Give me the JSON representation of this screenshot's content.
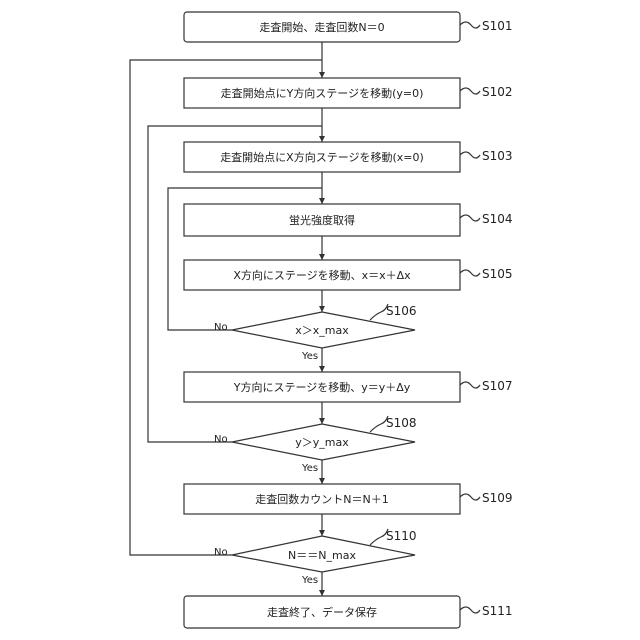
{
  "steps": {
    "s101": {
      "text": "走査開始、走査回数N＝0",
      "label": "S101"
    },
    "s102": {
      "text": "走査開始点にY方向ステージを移動(y=0)",
      "label": "S102"
    },
    "s103": {
      "text": "走査開始点にX方向ステージを移動(x=0)",
      "label": "S103"
    },
    "s104": {
      "text": "蛍光強度取得",
      "label": "S104"
    },
    "s105": {
      "text": "X方向にステージを移動、x＝x＋Δx",
      "label": "S105"
    },
    "s106": {
      "text": "x＞x_max",
      "label": "S106"
    },
    "s107": {
      "text": "Y方向にステージを移動、y＝y＋Δy",
      "label": "S107"
    },
    "s108": {
      "text": "y＞y_max",
      "label": "S108"
    },
    "s109": {
      "text": "走査回数カウントN＝N＋1",
      "label": "S109"
    },
    "s110": {
      "text": "N＝＝N_max",
      "label": "S110"
    },
    "s111": {
      "text": "走査終了、データ保存",
      "label": "S111"
    }
  },
  "branches": {
    "no": "No",
    "yes": "Yes"
  }
}
